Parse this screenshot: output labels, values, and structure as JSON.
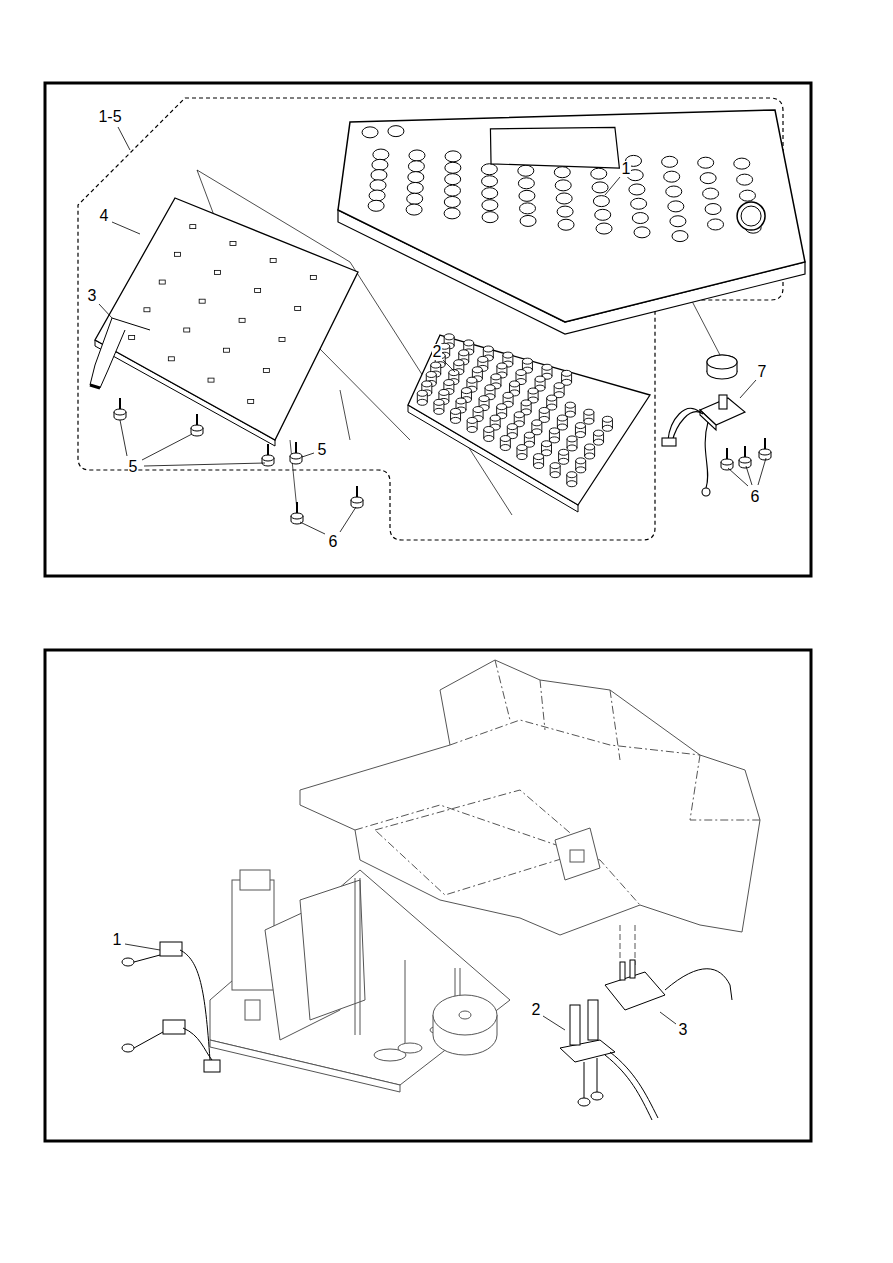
{
  "diagram": {
    "labels": [
      "1-5",
      "1",
      "4",
      "2",
      "3",
      "7",
      "5",
      "5",
      "6",
      "6",
      "1",
      "2",
      "3"
    ]
  }
}
